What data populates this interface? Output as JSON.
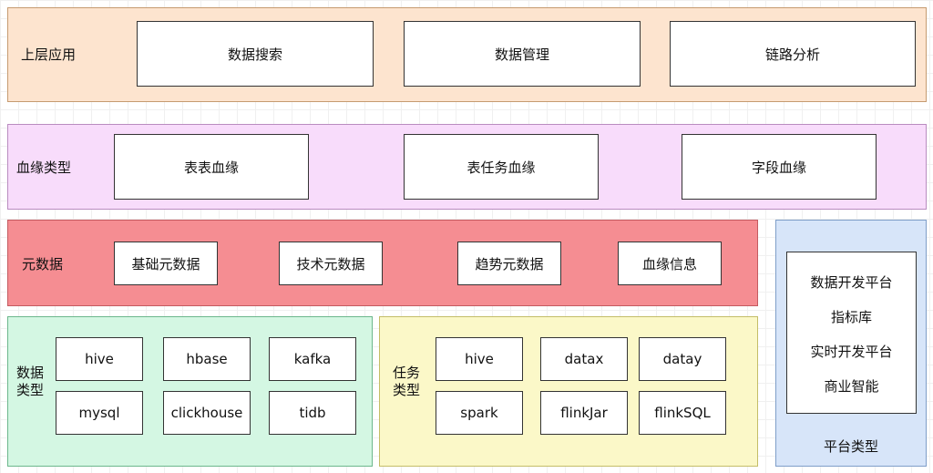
{
  "colors": {
    "top_layer": "#fde4cf",
    "lineage_layer": "#f8dcfb",
    "metadata_layer": "#f58d92",
    "data_type_layer": "#d4f7e3",
    "task_type_layer": "#fbf8c8",
    "platform_layer": "#d7e5f9"
  },
  "top_app": {
    "label": "上层应用",
    "items": [
      "数据搜索",
      "数据管理",
      "链路分析"
    ]
  },
  "lineage_type": {
    "label": "血缘类型",
    "items": [
      "表表血缘",
      "表任务血缘",
      "字段血缘"
    ]
  },
  "metadata": {
    "label": "元数据",
    "items": [
      "基础元数据",
      "技术元数据",
      "趋势元数据",
      "血缘信息"
    ]
  },
  "data_type": {
    "label_line1": "数据",
    "label_line2": "类型",
    "items": [
      "hive",
      "hbase",
      "kafka",
      "mysql",
      "clickhouse",
      "tidb"
    ]
  },
  "task_type": {
    "label_line1": "任务",
    "label_line2": "类型",
    "items": [
      "hive",
      "datax",
      "datay",
      "spark",
      "flinkJar",
      "flinkSQL"
    ]
  },
  "platform_type": {
    "label": "平台类型",
    "items": [
      "数据开发平台",
      "指标库",
      "实时开发平台",
      "商业智能"
    ]
  }
}
